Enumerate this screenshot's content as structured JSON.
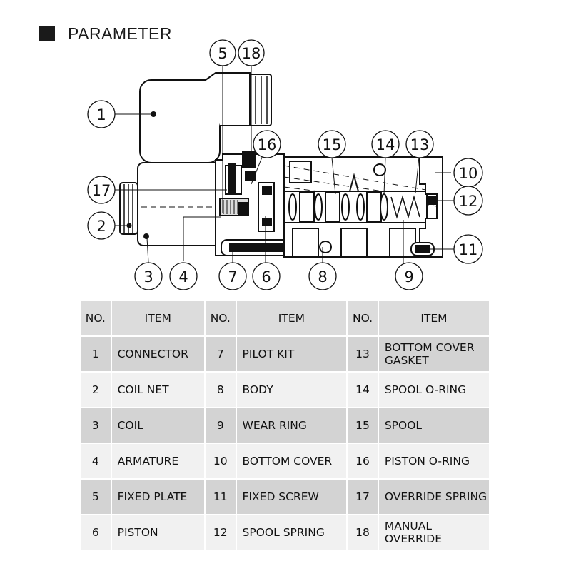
{
  "heading": {
    "icon": "square-bullet-icon",
    "title": "PARAMETER"
  },
  "diagram": {
    "callouts": [
      "1",
      "2",
      "3",
      "4",
      "5",
      "6",
      "7",
      "8",
      "9",
      "10",
      "11",
      "12",
      "13",
      "14",
      "15",
      "16",
      "17",
      "18"
    ]
  },
  "table": {
    "headers": [
      "NO.",
      "ITEM",
      "NO.",
      "ITEM",
      "NO.",
      "ITEM"
    ],
    "rows": [
      [
        {
          "no": "1",
          "item": "CONNECTOR"
        },
        {
          "no": "7",
          "item": "PILOT KIT"
        },
        {
          "no": "13",
          "item": "BOTTOM COVER GASKET"
        }
      ],
      [
        {
          "no": "2",
          "item": "COIL NET"
        },
        {
          "no": "8",
          "item": "BODY"
        },
        {
          "no": "14",
          "item": "SPOOL O-RING"
        }
      ],
      [
        {
          "no": "3",
          "item": "COIL"
        },
        {
          "no": "9",
          "item": "WEAR RING"
        },
        {
          "no": "15",
          "item": "SPOOL"
        }
      ],
      [
        {
          "no": "4",
          "item": "ARMATURE"
        },
        {
          "no": "10",
          "item": "BOTTOM COVER"
        },
        {
          "no": "16",
          "item": "PISTON O-RING"
        }
      ],
      [
        {
          "no": "5",
          "item": "FIXED PLATE"
        },
        {
          "no": "11",
          "item": "FIXED SCREW"
        },
        {
          "no": "17",
          "item": "OVERRIDE SPRING"
        }
      ],
      [
        {
          "no": "6",
          "item": "PISTON"
        },
        {
          "no": "12",
          "item": "SPOOL SPRING"
        },
        {
          "no": "18",
          "item": "MANUAL OVERRIDE"
        }
      ]
    ]
  }
}
